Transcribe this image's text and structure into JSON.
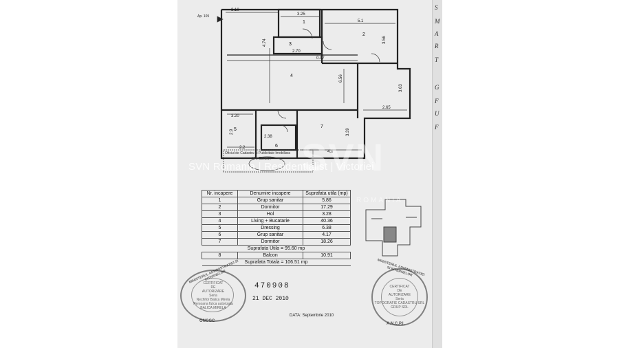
{
  "plan": {
    "apartment_label": "Ap. 105",
    "rooms": [
      "1",
      "2",
      "3",
      "4",
      "5",
      "6",
      "7"
    ],
    "dimensions": [
      "3.10",
      "3.25",
      "5.1",
      "4.74",
      "2.70",
      "0.97",
      "6.56",
      "3.63",
      "3.20",
      "2.65",
      "2.9",
      "2.38",
      "4.6",
      "2.2",
      "3.39",
      "3.56"
    ],
    "stamp_overlay_lines": [
      "Oficiul de Cadastru si Publicitate Imobiliara",
      "NR. OBIECT"
    ]
  },
  "table": {
    "headers": [
      "Nr. incapere",
      "Denumire incapere",
      "Suprafata utila (mp)"
    ],
    "rows": [
      {
        "nr": "1",
        "name": "Grup sanitar",
        "area": "5.86"
      },
      {
        "nr": "2",
        "name": "Dormitor",
        "area": "17.29"
      },
      {
        "nr": "3",
        "name": "Hol",
        "area": "3.28"
      },
      {
        "nr": "4",
        "name": "Living + Bucatarie",
        "area": "40.36"
      },
      {
        "nr": "5",
        "name": "Dressing",
        "area": "6.38"
      },
      {
        "nr": "6",
        "name": "Grup sanitar",
        "area": "4.17"
      },
      {
        "nr": "7",
        "name": "Dormitor",
        "area": "18.26"
      }
    ],
    "useful_area_label": "Suprafata Utila = 95.60 mp",
    "balcony": {
      "nr": "8",
      "name": "Balcon",
      "area": "10.91"
    },
    "total_area_label": "Suprafata Totala = 106.51 mp"
  },
  "stamps": {
    "left": {
      "ring": "MINISTERUL ADMINISTRATIEI SI INTERNELOR",
      "inner": [
        "CERTIFICAT",
        "DE",
        "AUTORIZARE",
        "Seria",
        "Nechifor Balica Mirela",
        "Persoana fizica autorizata",
        "BALICA MIRELA"
      ],
      "bottom": "ONCGC"
    },
    "right": {
      "ring": "MINISTERUL ADMINISTRATIEI SI INTERNELOR",
      "inner": [
        "CERTIFICAT",
        "DE",
        "AUTORIZARE",
        "Seria",
        "TOPOGRAFIE CADASTRU SRL",
        "GRUP SRL"
      ],
      "bottom": "A.N.C.P.I."
    }
  },
  "registration": {
    "number": "470908",
    "date": "21 DEC 2010"
  },
  "document_date": "DATA: Septembrie 2010",
  "watermark": {
    "text": "SVN Romania | Residentialist | Victoriei",
    "logo": "SVN",
    "sub": "ROMANIA"
  },
  "edge_letters": [
    "S",
    "M",
    "A",
    "R",
    "T",
    "G",
    "F",
    "U",
    "F"
  ],
  "colors": {
    "paper": "#ececec",
    "ink": "#222222",
    "page": "#ffffff"
  }
}
